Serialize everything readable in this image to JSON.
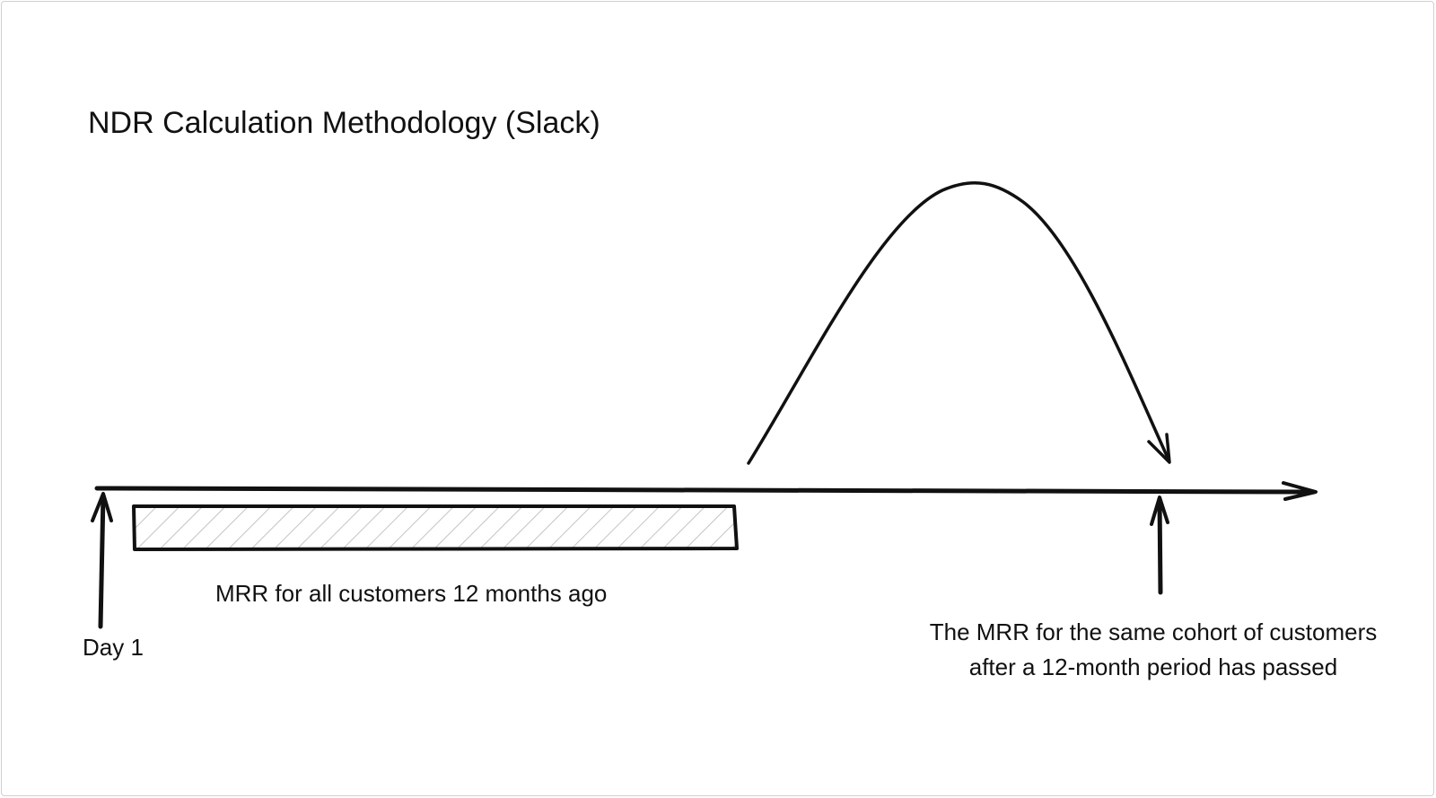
{
  "diagram": {
    "title": "NDR Calculation Methodology (Slack)",
    "bar_label": "MRR for all customers 12 months ago",
    "start_label": "Day 1",
    "end_label_lines": [
      "The MRR for the same cohort of customers",
      "after a 12-month period has passed"
    ]
  },
  "colors": {
    "stroke": "#111111",
    "hatch": "#bdbdbd",
    "frame_border": "#d0d0d0"
  }
}
